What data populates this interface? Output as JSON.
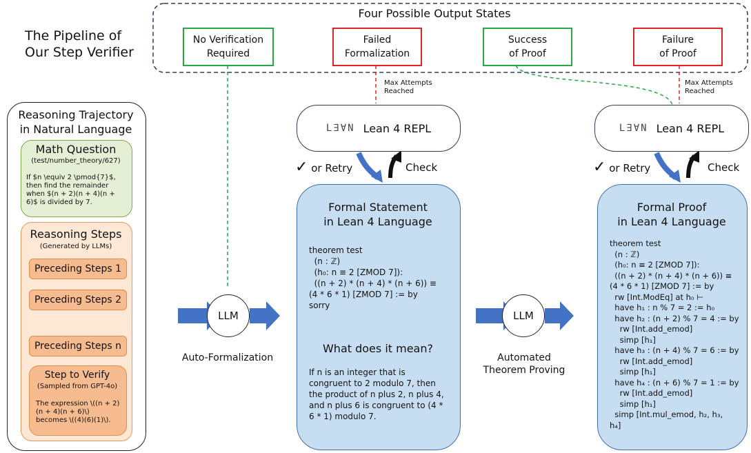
{
  "pipeline_title": "The Pipeline of\nOur Step Verifier",
  "output_states": {
    "title": "Four Possible Output States",
    "states": [
      {
        "label": "No Verification\nRequired",
        "color": "#27a844"
      },
      {
        "label": "Failed\nFormalization",
        "color": "#e02424"
      },
      {
        "label": "Success\nof Proof",
        "color": "#27a844"
      },
      {
        "label": "Failure\nof Proof",
        "color": "#e02424"
      }
    ]
  },
  "max_attempts": "Max Attempts\nReached",
  "repl": {
    "logo": "L∃∀N",
    "label": "Lean 4 REPL"
  },
  "feedback": {
    "retry": "or Retry",
    "check": "Check",
    "checkmark": "✓"
  },
  "left_panel": {
    "title": "Reasoning Trajectory\nin Natural Language",
    "question": {
      "title": "Math Question",
      "source": "(test/number_theory/627)",
      "text": "If $n \\equiv 2 \\pmod{7}$, then find the remainder when $(n + 2)(n + 4)(n + 6)$ is divided by 7."
    },
    "steps": {
      "title": "Reasoning Steps",
      "subtitle": "(Generated by LLMs)",
      "items": [
        "Preceding Steps 1",
        "Preceding Steps 2",
        "Preceding Steps n"
      ],
      "verify_title": "Step to Verify",
      "verify_subtitle": "(Sampled from GPT-4o)",
      "verify_text": "The expression \\((n + 2)(n + 4)(n + 6)\\) becomes \\((4)(6)(1)\\)."
    }
  },
  "llm_1": {
    "label": "LLM",
    "caption": "Auto-Formalization"
  },
  "llm_2": {
    "label": "LLM",
    "caption": "Automated\nTheorem Proving"
  },
  "formal_statement": {
    "title": "Formal Statement\nin Lean 4 Language",
    "code": "theorem test\n  (n : ℤ)\n  (h₀: n ≡ 2 [ZMOD 7]):\n  ((n + 2) * (n + 4) * (n + 6)) ≡\n(4 * 6 * 1) [ZMOD 7] := by\nsorry",
    "meaning_title": "What does it mean?",
    "meaning_text": "If n is an integer that is congruent to 2 modulo 7, then the product of n plus 2, n plus 4, and n plus 6 is congruent to (4 * 6 * 1) modulo 7."
  },
  "formal_proof": {
    "title": "Formal Proof\nin Lean 4 Language",
    "code": "theorem test\n  (n : ℤ)\n  (h₀: n ≡ 2 [ZMOD 7]):\n  ((n + 2) * (n + 4) * (n + 6)) ≡\n(4 * 6 * 1) [ZMOD 7] := by\n  rw [Int.ModEq] at h₀ ⊢\n  have h₁ : n % 7 = 2 := h₀\n  have h₂ : (n + 2) % 7 = 4 := by\n    rw [Int.add_emod]\n    simp [h₁]\n  have h₃ : (n + 4) % 7 = 6 := by\n    rw [Int.add_emod]\n    simp [h₁]\n  have h₄ : (n + 6) % 7 = 1 := by\n    rw [Int.add_emod]\n    simp [h₁]\n  simp [Int.mul_emod, h₂, h₃,\nh₄]"
  },
  "colors": {
    "blue_arrow": "#4472c4",
    "green": "#27a844",
    "red": "#e02424"
  }
}
